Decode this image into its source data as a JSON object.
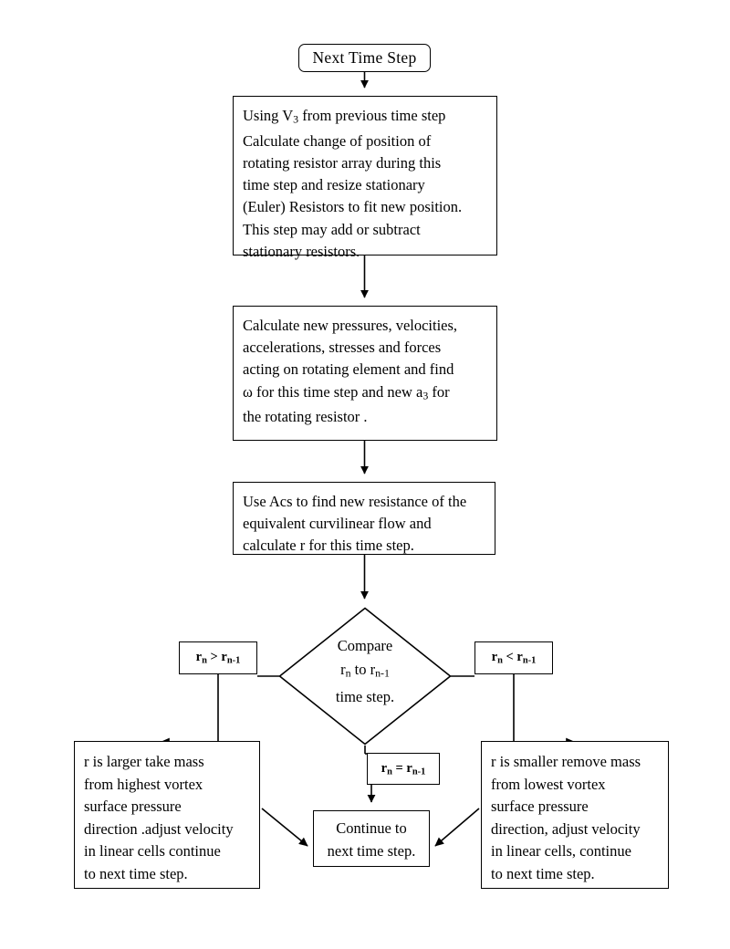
{
  "diagram": {
    "title": "Time Step Iteration Flowchart",
    "colors": {
      "stroke": "#000000",
      "background": "#ffffff",
      "text": "#000000"
    },
    "nodes": {
      "start": {
        "label": "Next Time Step",
        "shape": "terminator"
      },
      "process_1": {
        "label": "Using V3 from previous time step\nCalculate change of position of\nrotating resistor array during this\ntime step and resize stationary\n(Euler) Resistors to fit new position.\nThis step may add or subtract\nstationary resistors.",
        "shape": "process"
      },
      "process_2": {
        "label": "Calculate new pressures, velocities,\naccelerations, stresses and forces\nacting on rotating element and find\nω for this time step and new  a3 for\nthe rotating resistor .",
        "shape": "process"
      },
      "process_3": {
        "label": "Use Acs to find new resistance of the\nequivalent curvilinear flow and\ncalculate r for this time step.",
        "shape": "process"
      },
      "decision": {
        "label": "Compare\nrn to rn-1\ntime step.",
        "shape": "decision"
      },
      "label_greater": {
        "label": "rn > rn-1",
        "shape": "label"
      },
      "label_less": {
        "label": "rn < rn-1",
        "shape": "label"
      },
      "label_equal": {
        "label": "rn = rn-1",
        "shape": "label"
      },
      "result_left": {
        "label": "r is larger take mass\nfrom highest vortex\nsurface pressure\ndirection .adjust velocity\nin linear cells continue\nto next time step.",
        "shape": "process"
      },
      "result_right": {
        "label": "r is smaller remove mass\nfrom  lowest vortex\nsurface pressure\ndirection, adjust velocity\nin linear cells, continue\nto next time step.",
        "shape": "process"
      },
      "continue": {
        "label": "Continue to\nnext time step.",
        "shape": "process"
      }
    },
    "edges": [
      {
        "from": "start",
        "to": "process_1",
        "arrow": "down"
      },
      {
        "from": "process_1",
        "to": "process_2",
        "arrow": "down"
      },
      {
        "from": "process_2",
        "to": "process_3",
        "arrow": "down"
      },
      {
        "from": "process_3",
        "to": "decision",
        "arrow": "down"
      },
      {
        "from": "decision",
        "to": "label_greater",
        "arrow": "none"
      },
      {
        "from": "decision",
        "to": "label_less",
        "arrow": "none"
      },
      {
        "from": "decision",
        "to": "label_equal",
        "arrow": "none"
      },
      {
        "from": "label_greater",
        "to": "result_left",
        "arrow": "left"
      },
      {
        "from": "label_less",
        "to": "result_right",
        "arrow": "right"
      },
      {
        "from": "label_equal",
        "to": "continue",
        "arrow": "down"
      },
      {
        "from": "result_left",
        "to": "continue",
        "arrow": "diagonal-right"
      },
      {
        "from": "result_right",
        "to": "continue",
        "arrow": "diagonal-left"
      }
    ]
  }
}
